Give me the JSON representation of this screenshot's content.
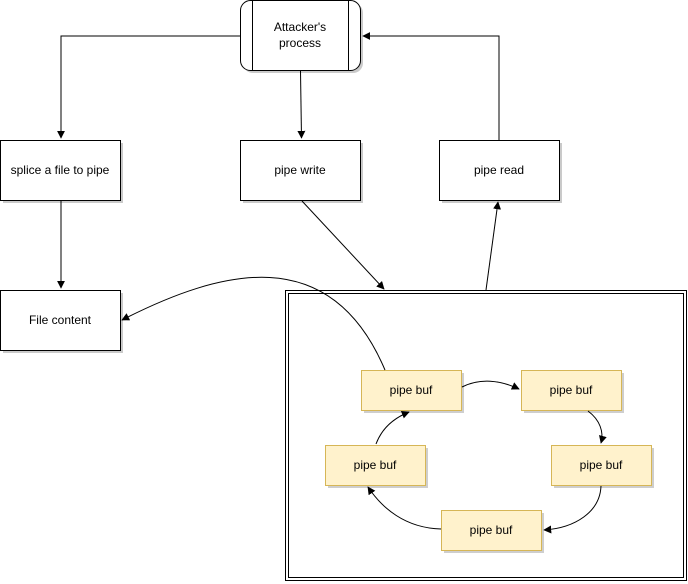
{
  "diagram": {
    "process": {
      "line1": "Attacker's",
      "line2": "process"
    },
    "boxes": {
      "splice": "splice a file to pipe",
      "pipe_write": "pipe write",
      "pipe_read": "pipe read",
      "file_content": "File content"
    },
    "pipe_bufs": [
      "pipe buf",
      "pipe buf",
      "pipe buf",
      "pipe buf",
      "pipe buf"
    ],
    "colors": {
      "stroke": "#000000",
      "box_fill": "#ffffff",
      "buf_fill": "#fff2cc",
      "buf_stroke": "#d6b656",
      "shadow": "#9e9e9e"
    }
  }
}
